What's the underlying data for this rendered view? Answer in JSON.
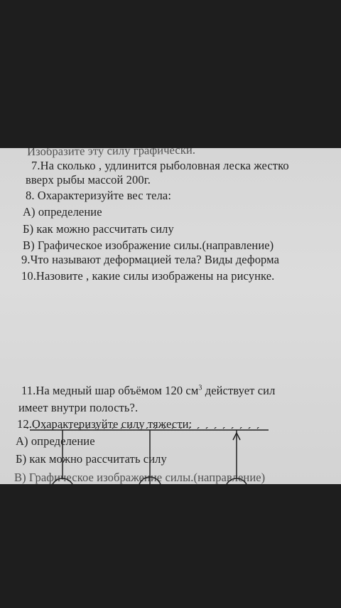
{
  "document": {
    "lines": {
      "l0": "Изобразите эту силу графически.",
      "l1": "7.На сколько , удлинится  рыболовная леска жестко",
      "l2": "вверх  рыбы массой 200г.",
      "l3": "8. Охарактеризуйте  вес тела:",
      "l4": "А) определение",
      "l5": "Б) как можно рассчитать силу",
      "l6": "В) Графическое изображение силы.(направление)",
      "l7": "9.Что  называют деформацией тела?  Виды деформа",
      "l8": "10.Назовите , какие  силы изображены на рисунке.",
      "l9a": "11.На медный шар  объёмом 120 см",
      "l9sup": "3",
      "l9b": " действует сил",
      "l10": "имеет  внутри полость?.",
      "l11": "12.Охарактеризуйте  силу тяжести:",
      "l12": "А) определение",
      "l13": "Б) как можно рассчитать силу",
      "l14": "В) Графическое изображение силы.(направление)"
    }
  }
}
